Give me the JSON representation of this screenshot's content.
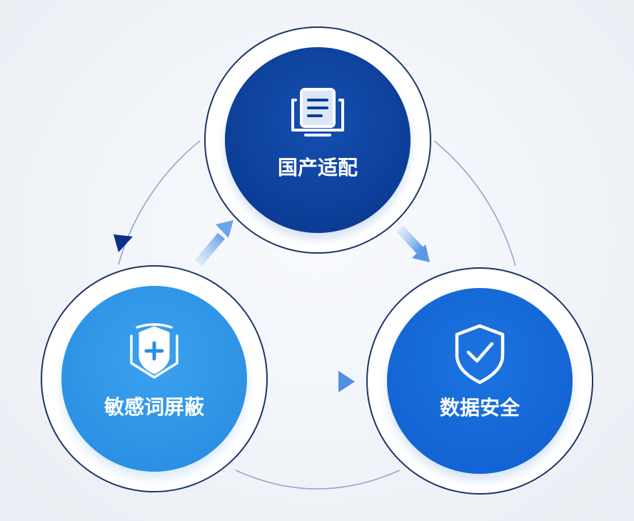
{
  "nodes": {
    "top": {
      "label": "国产适配",
      "icon": "monitor-document-icon",
      "color": "#0c3d96"
    },
    "left": {
      "label": "敏感词屏蔽",
      "icon": "shield-plus-book-icon",
      "color": "#2e95e6"
    },
    "right": {
      "label": "数据安全",
      "icon": "shield-check-icon",
      "color": "#1468d8"
    }
  },
  "colors": {
    "ring": "#1b3566",
    "connector": "#8fa9cc",
    "arrow": "#6aa4ea",
    "arrowhead": "#0c2f8a",
    "background": "#eef2f7"
  }
}
